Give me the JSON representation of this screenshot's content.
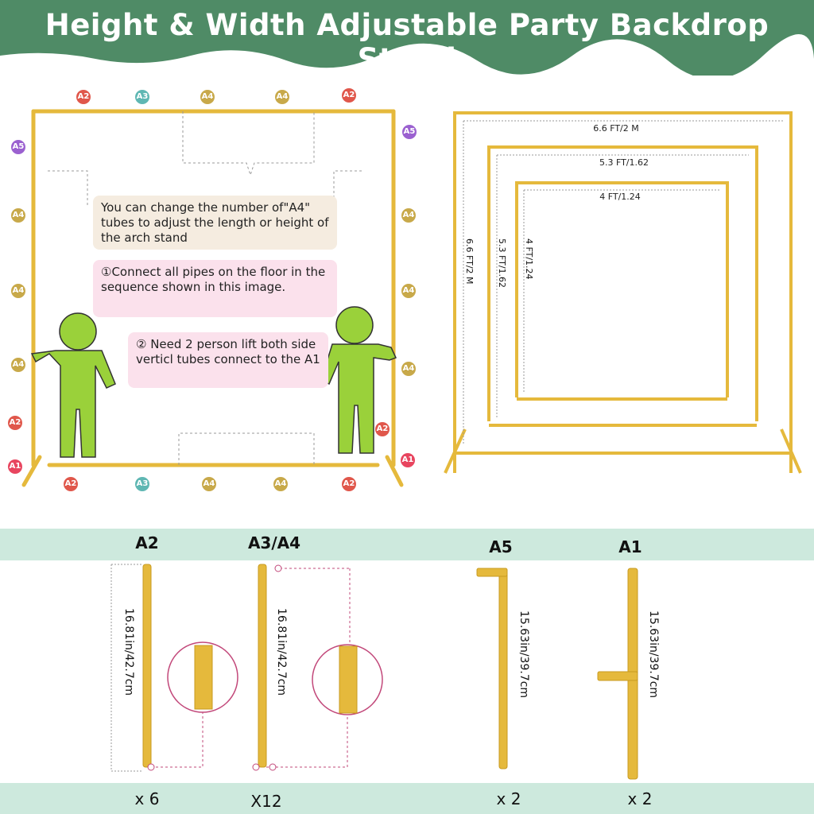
{
  "header": {
    "title": "Height & Width Adjustable Party Backdrop Stand"
  },
  "colors": {
    "header_bg": "#4f8b66",
    "band_bg": "#cde9dd",
    "gold": "#e5b93c",
    "person": "#9ad13a",
    "A1": "#e8455f",
    "A2": "#e0574b",
    "A3": "#5fb7b3",
    "A4": "#c8a94a",
    "A5": "#9b61d0"
  },
  "assembly": {
    "top_badges": [
      "A2",
      "A3",
      "A4",
      "A4",
      "A2"
    ],
    "bottom_badges": [
      "A2",
      "A3",
      "A4",
      "A4",
      "A2"
    ],
    "left_badges": [
      "A5",
      "A4",
      "A4",
      "A4",
      "A2",
      "A1"
    ],
    "right_badges": [
      "A5",
      "A4",
      "A4",
      "A4",
      "A2",
      "A1"
    ],
    "note_adjust": "You can change the number of\"A4\" tubes to adjust the length or height of the arch stand",
    "note_step1": "①Connect all pipes on the floor in the sequence shown in this image.",
    "note_step2": "② Need 2 person lift both side verticl tubes connect to the A1"
  },
  "sizes": {
    "width_labels": [
      "6.6 FT/2 M",
      "5.3 FT/1.62",
      "4 FT/1.24"
    ],
    "height_labels": [
      "6.6 FT/2 M",
      "5.3 FT/1.62",
      "4 FT/1.24"
    ]
  },
  "parts": [
    {
      "label": "A2",
      "length": "16.81in/42.7cm",
      "qty": "x 6"
    },
    {
      "label": "A3/A4",
      "length": "16.81in/42.7cm",
      "qty": "X12"
    },
    {
      "label": "A5",
      "length": "15.63in/39.7cm",
      "qty": "x 2"
    },
    {
      "label": "A1",
      "length": "15.63in/39.7cm",
      "qty": "x 2"
    }
  ]
}
